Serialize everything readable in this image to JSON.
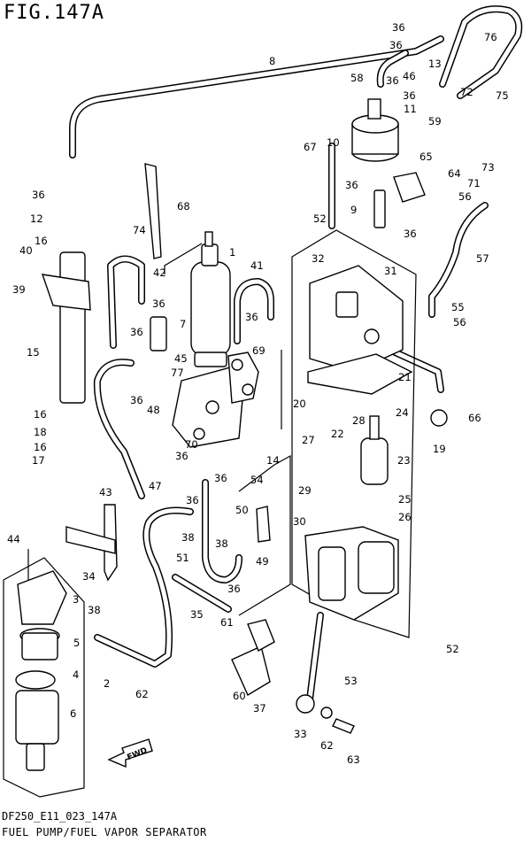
{
  "figure_title": "FIG.147A",
  "drawing_code": "DF250_E11_023_147A",
  "caption": "FUEL PUMP/FUEL VAPOR SEPARATOR",
  "fwd_label": "FWD",
  "part_numbers": [
    "36",
    "36",
    "76",
    "8",
    "13",
    "36",
    "46",
    "36",
    "58",
    "72",
    "75",
    "11",
    "10",
    "59",
    "67",
    "65",
    "64",
    "73",
    "71",
    "36",
    "56",
    "68",
    "12",
    "36",
    "74",
    "9",
    "52",
    "36",
    "57",
    "16",
    "1",
    "32",
    "31",
    "40",
    "42",
    "41",
    "55",
    "39",
    "36",
    "56",
    "7",
    "36",
    "36",
    "15",
    "69",
    "45",
    "77",
    "21",
    "36",
    "16",
    "48",
    "20",
    "28",
    "24",
    "66",
    "18",
    "70",
    "22",
    "16",
    "27",
    "19",
    "17",
    "36",
    "14",
    "23",
    "47",
    "36",
    "54",
    "29",
    "43",
    "25",
    "36",
    "50",
    "26",
    "44",
    "38",
    "30",
    "49",
    "34",
    "51",
    "38",
    "36",
    "3",
    "35",
    "38",
    "61",
    "5",
    "52",
    "4",
    "2",
    "53",
    "60",
    "62",
    "37",
    "6",
    "33",
    "62",
    "63"
  ]
}
